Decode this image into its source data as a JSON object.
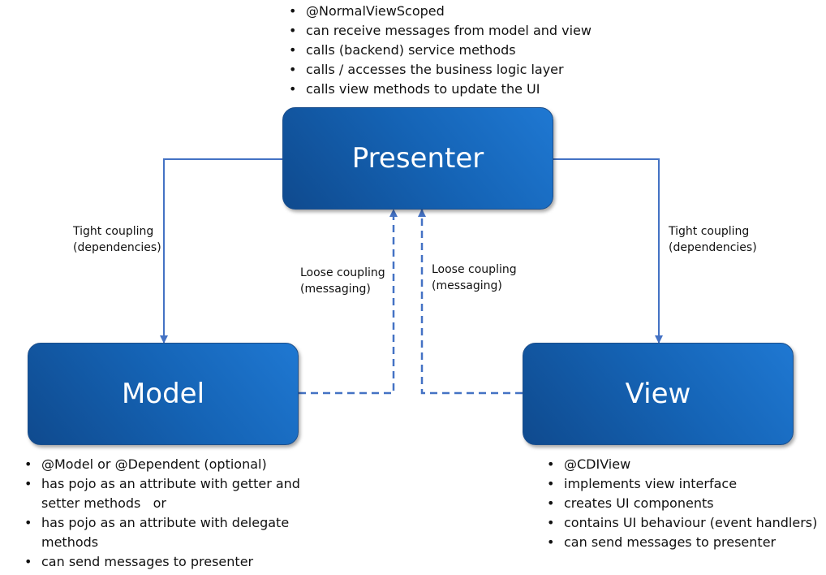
{
  "presenter": {
    "title": "Presenter",
    "bullets": [
      "@NormalViewScoped",
      "can receive messages from model and view",
      "calls (backend) service methods",
      "calls / accesses the business logic layer",
      "calls view methods to update the UI"
    ]
  },
  "model": {
    "title": "Model",
    "bullets": [
      "@Model or @Dependent (optional)",
      "has pojo as an attribute with getter and",
      "setter methods   or",
      "has pojo as an attribute with delegate",
      "methods",
      "can send messages to presenter"
    ]
  },
  "view": {
    "title": "View",
    "bullets": [
      "@CDIView",
      "implements view interface",
      "creates UI components",
      "contains UI behaviour (event handlers)",
      "can send messages to presenter"
    ]
  },
  "connections": {
    "tight_left": [
      "Tight coupling",
      "(dependencies)"
    ],
    "tight_right": [
      "Tight coupling",
      "(dependencies)"
    ],
    "loose_left": [
      "Loose coupling",
      "(messaging)"
    ],
    "loose_right": [
      "Loose coupling",
      "(messaging)"
    ]
  },
  "colors": {
    "box_fill": "#1564b6",
    "connector": "#4472c4",
    "text": "#111111"
  }
}
